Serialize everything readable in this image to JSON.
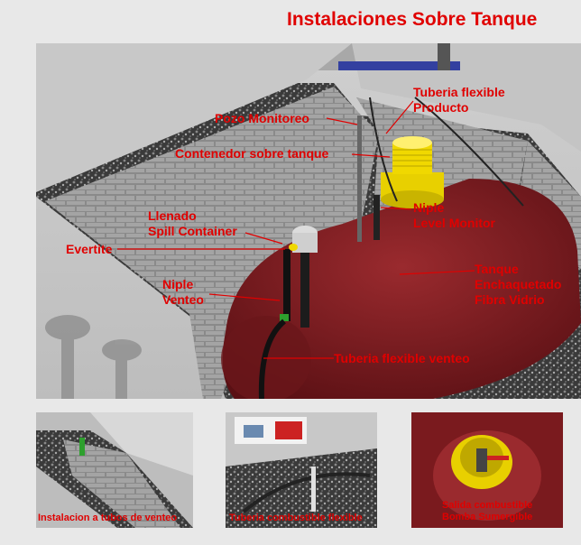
{
  "title": "Instalaciones Sobre Tanque",
  "labels": {
    "tuberia_producto_1": "Tuberia flexible",
    "tuberia_producto_2": "Producto",
    "pozo": "Pozo Monitoreo",
    "contenedor": "Contenedor sobre tanque",
    "llenado_1": "Llenado",
    "llenado_2": "Spill Container",
    "niple_level_1": "Niple",
    "niple_level_2": "Level Monitor",
    "evertite": "Evertite",
    "tanque_1": "Tanque",
    "tanque_2": "Enchaquetado",
    "tanque_3": "Fibra Vidrio",
    "niple_venteo_1": "Niple",
    "niple_venteo_2": "Venteo",
    "tuberia_venteo": "Tuberia flexible venteo"
  },
  "thumbnails": {
    "venteo": "Instalacion a tubos de venteo",
    "combustible": "Tuberia combustible flexible",
    "salida_1": "Salida combustible",
    "salida_2": "Bomba Sumergible"
  },
  "colors": {
    "accent": "#e00000",
    "tank": "#7a1a1e",
    "container": "#e8d000"
  }
}
